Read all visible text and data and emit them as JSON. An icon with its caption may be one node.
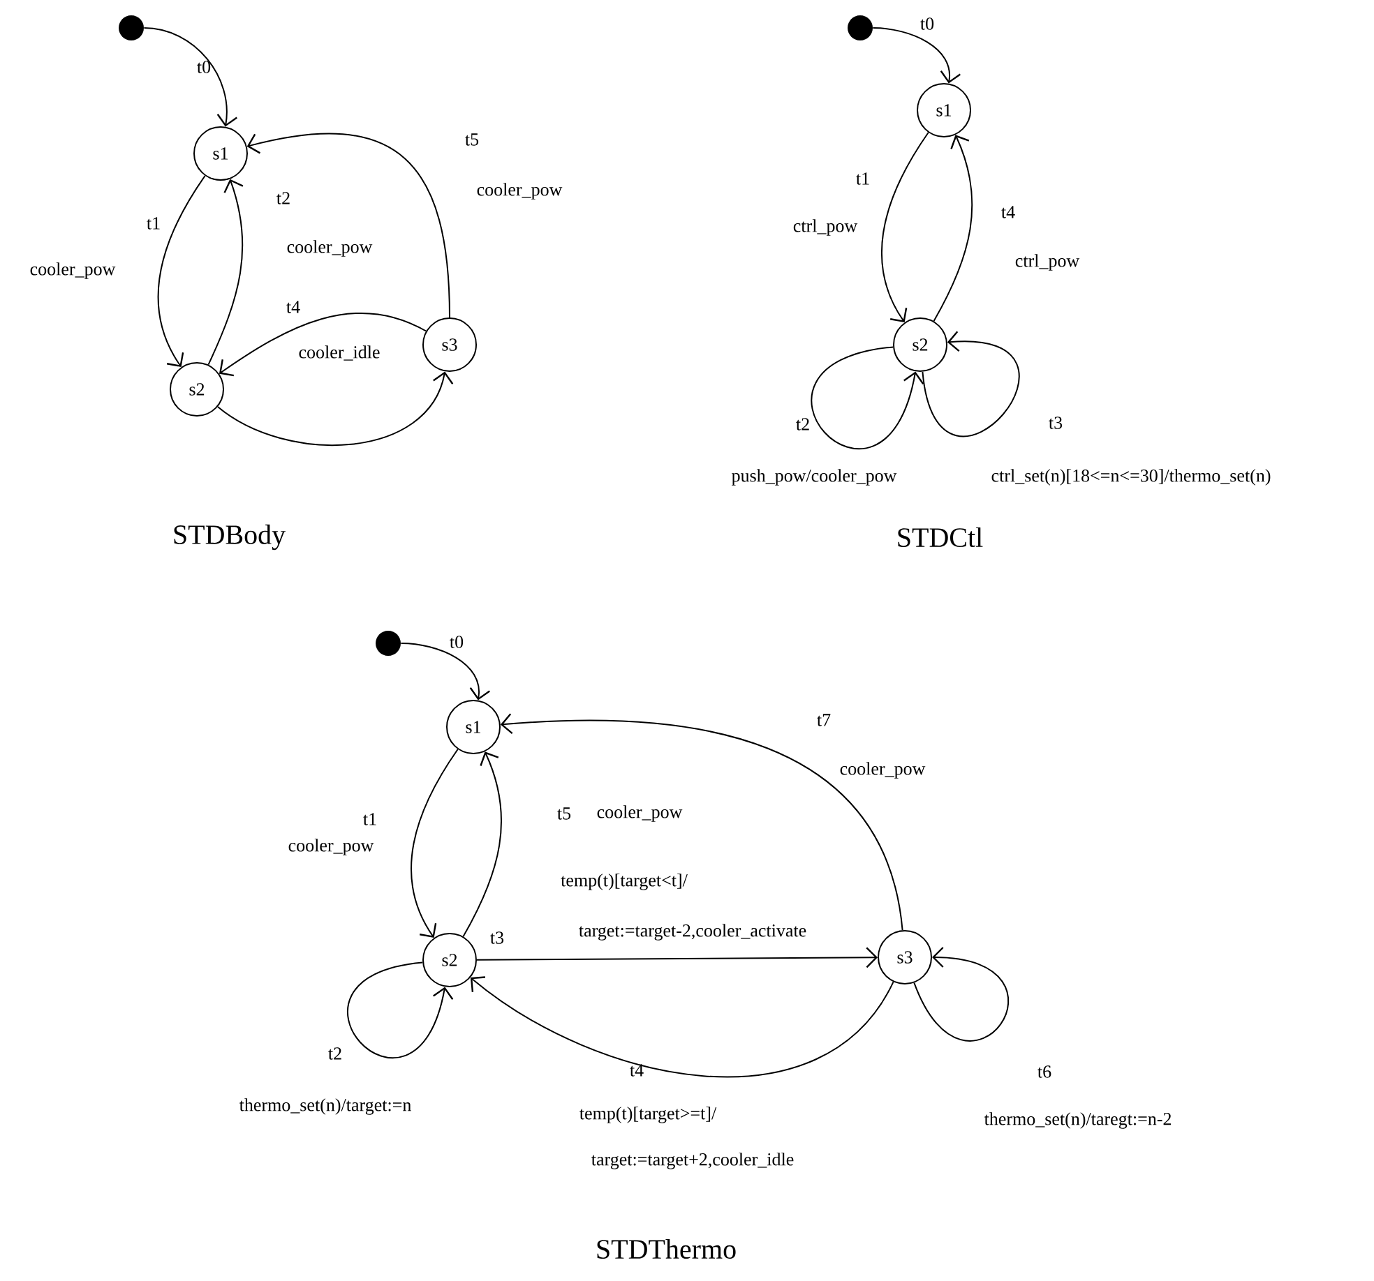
{
  "diagram": {
    "nodes": [
      {
        "text": [],
        "shape": "circle"
      },
      {
        "text": [
          "s1"
        ]
      },
      {
        "text": [
          "s2"
        ]
      },
      {
        "text": [
          "s3"
        ]
      },
      {
        "text": [],
        "shape": "circle"
      },
      {
        "text": [
          "s1"
        ]
      },
      {
        "text": [
          "s2"
        ]
      },
      {
        "text": [],
        "shape": "circle"
      },
      {
        "text": [
          "s1"
        ]
      },
      {
        "text": [
          "s2"
        ]
      },
      {
        "text": [
          "s3"
        ]
      }
    ],
    "edges": [
      {
        "from": 0,
        "to": 1,
        "arrow": "to",
        "label": "t0"
      },
      {
        "from": 1,
        "to": 2,
        "arrow": "to",
        "label": "t1"
      },
      {
        "from": 2,
        "to": 1,
        "arrow": "to",
        "label": "t2"
      },
      {
        "from": 3,
        "to": 2,
        "arrow": "to",
        "label": "t4"
      },
      {
        "from": 2,
        "to": 3,
        "arrow": "to"
      },
      {
        "from": 3,
        "to": 1,
        "arrow": "to",
        "label": "t5"
      },
      {
        "from": 4,
        "to": 5,
        "arrow": "to",
        "label": "t0"
      },
      {
        "from": 5,
        "to": 6,
        "arrow": "to",
        "label": "t1"
      },
      {
        "from": 6,
        "to": 5,
        "arrow": "to",
        "label": "t4"
      },
      {
        "from": 6,
        "to": 6,
        "arrow": "to",
        "label": "t2"
      },
      {
        "from": 6,
        "to": 6,
        "arrow": "to",
        "label": "t3"
      },
      {
        "from": 7,
        "to": 8,
        "arrow": "to",
        "label": "t0"
      },
      {
        "from": 8,
        "to": 9,
        "arrow": "to",
        "label": "t1"
      },
      {
        "from": 9,
        "to": 8,
        "arrow": "to",
        "label": "t5"
      },
      {
        "from": 9,
        "to": 10,
        "arrow": "to",
        "label": "t3"
      },
      {
        "from": 10,
        "to": 9,
        "arrow": "to",
        "label": "t4"
      },
      {
        "from": 10,
        "to": 8,
        "arrow": "to",
        "label": "t7"
      },
      {
        "from": 9,
        "to": 9,
        "arrow": "to",
        "label": "t2"
      },
      {
        "from": 10,
        "to": 10,
        "arrow": "to",
        "label": "t6"
      }
    ],
    "labels": [
      "cooler_pow",
      "cooler_pow",
      "cooler_idle",
      "cooler_pow",
      "ctrl_pow",
      "ctrl_pow",
      "push_pow/cooler_pow",
      "ctrl_set(n)[18<=n<=30]/thermo_set(n)",
      "STDBody",
      "STDCtl",
      "cooler_pow",
      "cooler_pow",
      "cooler_pow",
      "temp(t)[target<t]/",
      "target:=target-2,cooler_activate",
      "thermo_set(n)/target:=n",
      "thermo_set(n)/taregt:=n-2",
      "temp(t)[target>=t]/",
      "target:=target+2,cooler_idle",
      "STDThermo"
    ]
  }
}
